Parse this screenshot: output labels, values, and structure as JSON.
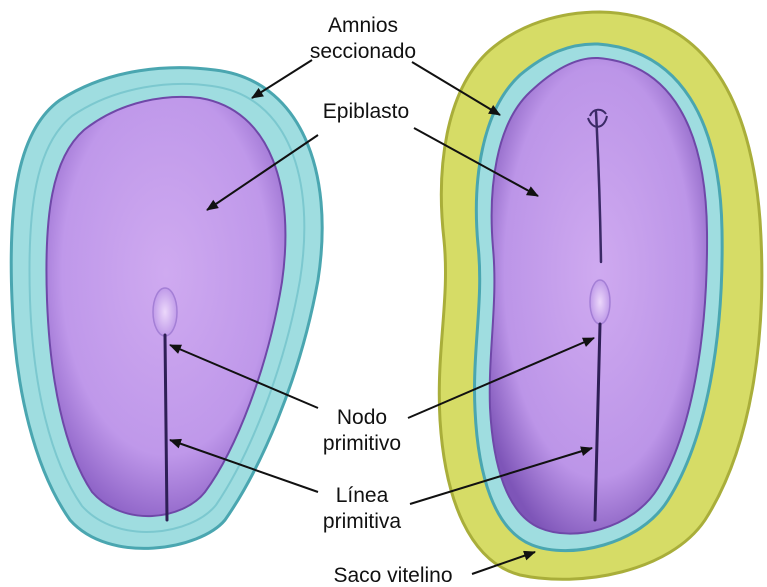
{
  "labels": {
    "amnios_line1": "Amnios",
    "amnios_line2": "seccionado",
    "epiblasto": "Epiblasto",
    "nodo_line1": "Nodo",
    "nodo_line2": "primitivo",
    "linea_line1": "Línea",
    "linea_line2": "primitiva",
    "saco": "Saco vitelino"
  },
  "colors": {
    "amnion": "#9fdde0",
    "amnion_edge": "#4aa6b0",
    "epiblast": "#c8a2ec",
    "epiblast_rim": "#8a5fc4",
    "yolk_sac": "#d6dc66",
    "yolk_edge": "#a9ae3a",
    "streak": "#2e1f55",
    "text": "#111111"
  }
}
